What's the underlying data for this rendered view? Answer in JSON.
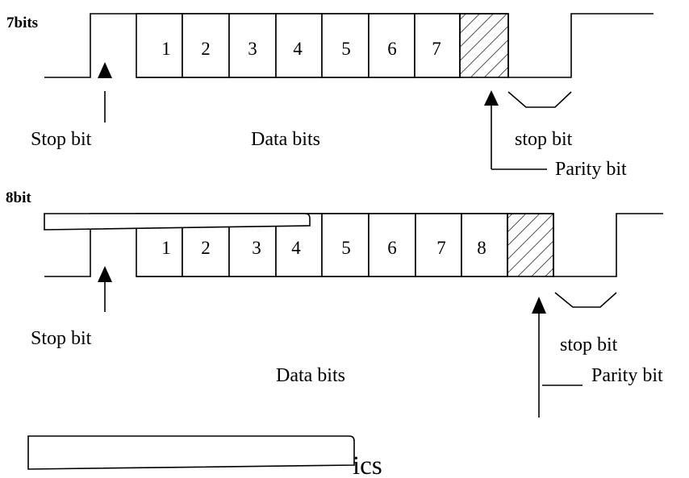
{
  "diagrams": [
    {
      "title": "7bits",
      "cells": [
        "1",
        "2",
        "3",
        "4",
        "5",
        "6",
        "7"
      ],
      "labels": {
        "start": "Stop bit",
        "data": "Data bits",
        "stop": "stop bit",
        "parity": "Parity bit"
      }
    },
    {
      "title": "8bit",
      "cells": [
        "1",
        "2",
        "3",
        "4",
        "5",
        "6",
        "7",
        "8"
      ],
      "labels": {
        "start": "Stop bit",
        "data": "Data bits",
        "stop": "stop bit",
        "parity": "Parity bit"
      }
    }
  ],
  "footer": {
    "partial_text": "ics"
  }
}
